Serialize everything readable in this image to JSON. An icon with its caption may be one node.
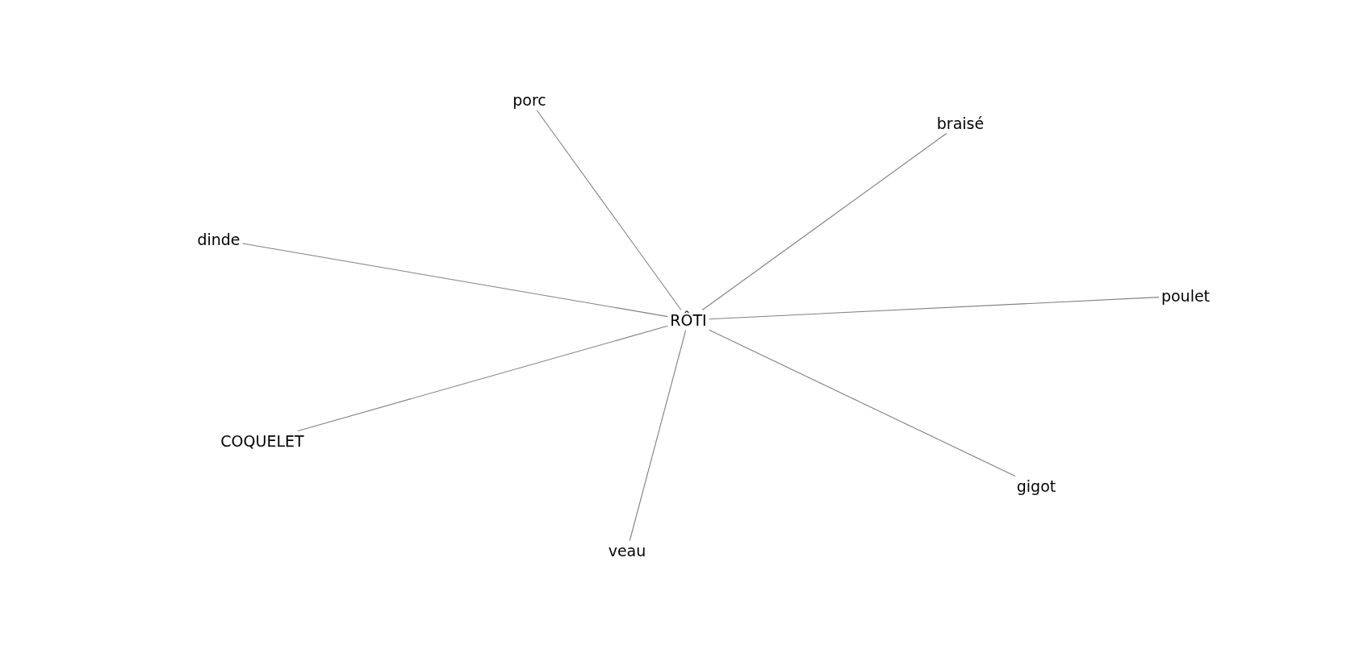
{
  "diagram": {
    "nodes": [
      {
        "text": [
          "porc"
        ]
      },
      {
        "text": [
          "braisé"
        ]
      },
      {
        "text": [
          "dinde"
        ]
      },
      {
        "text": [
          "poulet"
        ]
      },
      {
        "text": [
          "RÔTI"
        ]
      },
      {
        "text": [
          "COQUELET"
        ]
      },
      {
        "text": [
          "gigot"
        ]
      },
      {
        "text": [
          "veau"
        ]
      }
    ],
    "edges": [
      {
        "from": 4,
        "to": 0,
        "arrow": "none"
      },
      {
        "from": 4,
        "to": 1,
        "arrow": "none"
      },
      {
        "from": 4,
        "to": 2,
        "arrow": "none"
      },
      {
        "from": 4,
        "to": 3,
        "arrow": "none"
      },
      {
        "from": 4,
        "to": 5,
        "arrow": "none"
      },
      {
        "from": 4,
        "to": 6,
        "arrow": "none"
      },
      {
        "from": 4,
        "to": 7,
        "arrow": "none"
      }
    ]
  }
}
